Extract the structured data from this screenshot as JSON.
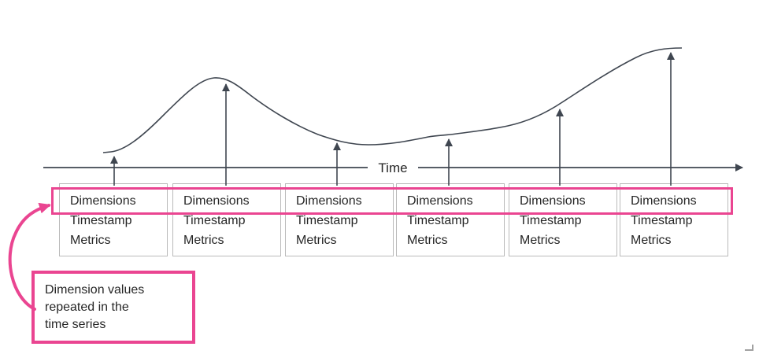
{
  "colors": {
    "accent_pink": "#ea4591",
    "stroke_dark": "#3f4650",
    "box_border": "#bababa",
    "text_dark": "#262626"
  },
  "axis": {
    "label": "Time"
  },
  "records": [
    {
      "dimensions": "Dimensions",
      "timestamp": "Timestamp",
      "metrics": "Metrics"
    },
    {
      "dimensions": "Dimensions",
      "timestamp": "Timestamp",
      "metrics": "Metrics"
    },
    {
      "dimensions": "Dimensions",
      "timestamp": "Timestamp",
      "metrics": "Metrics"
    },
    {
      "dimensions": "Dimensions",
      "timestamp": "Timestamp",
      "metrics": "Metrics"
    },
    {
      "dimensions": "Dimensions",
      "timestamp": "Timestamp",
      "metrics": "Metrics"
    },
    {
      "dimensions": "Dimensions",
      "timestamp": "Timestamp",
      "metrics": "Metrics"
    }
  ],
  "annotation": {
    "line1": "Dimension values",
    "line2": "repeated in the",
    "line3": "time series"
  }
}
